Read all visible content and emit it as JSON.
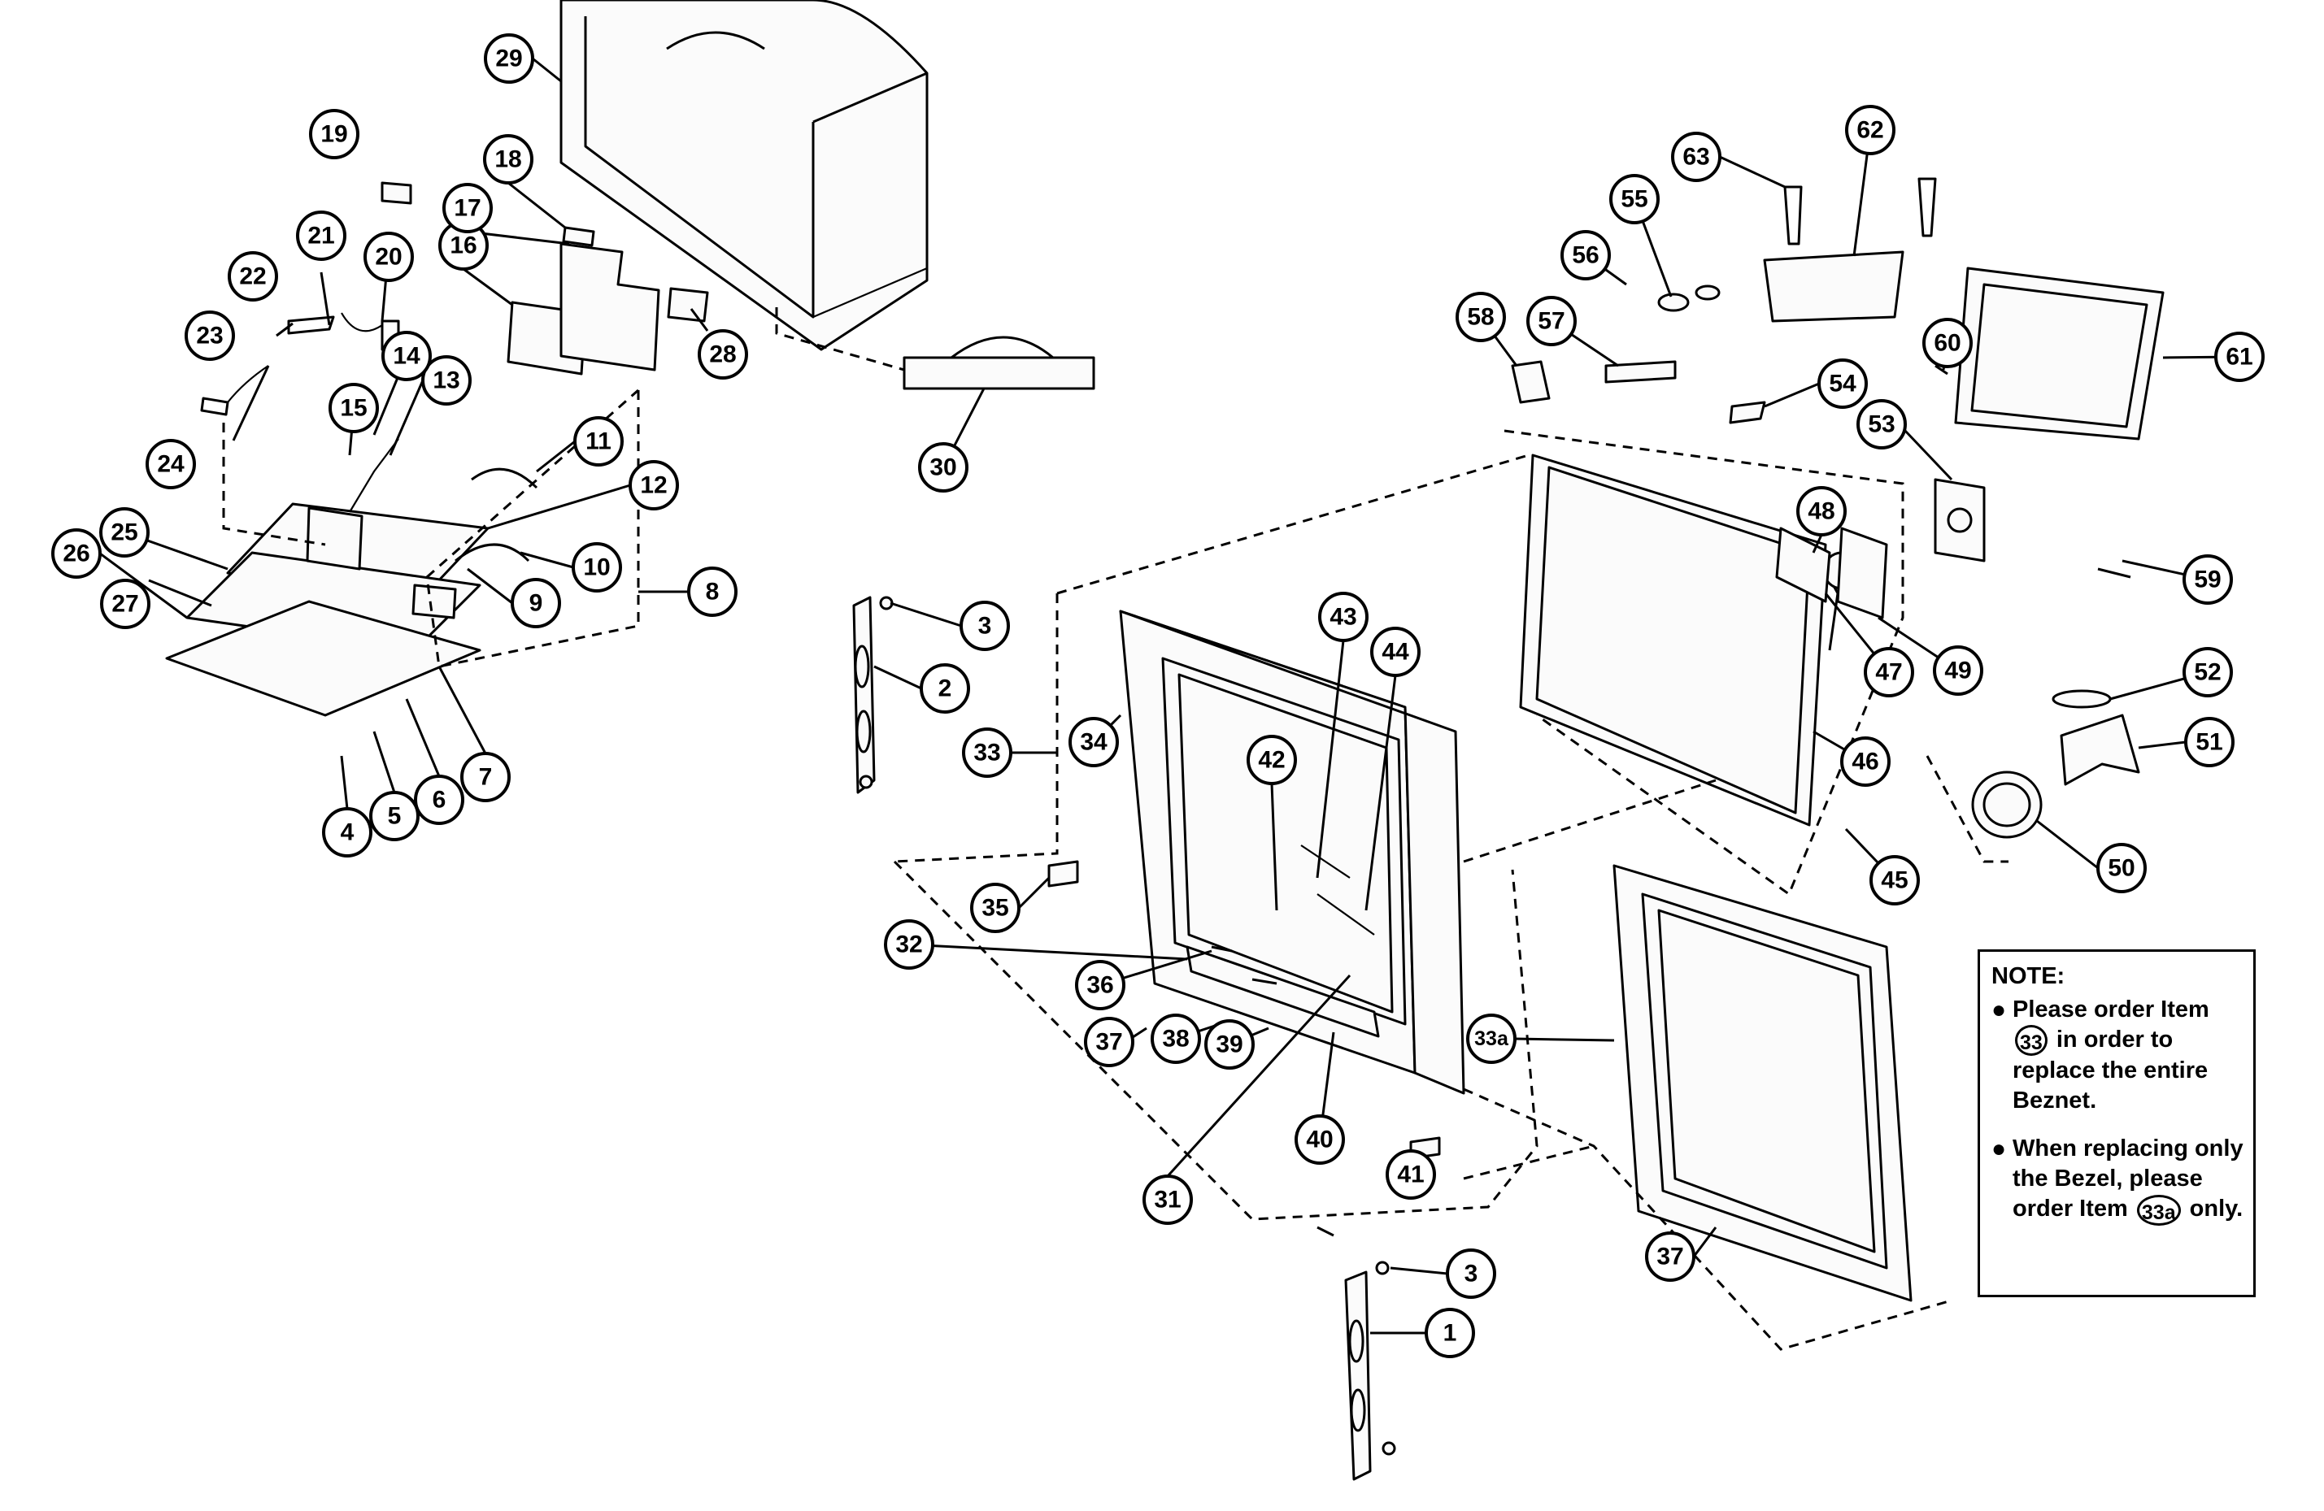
{
  "note": {
    "title": "NOTE:",
    "item1": {
      "before": "Please order Item",
      "ref": "33",
      "after": "in order to replace the entire Beznet."
    },
    "item2": {
      "before": "When replacing only the Bezel, please order Item",
      "ref": "33a",
      "after": "only."
    }
  },
  "callouts": [
    "1",
    "2",
    "3",
    "3",
    "4",
    "5",
    "6",
    "7",
    "8",
    "9",
    "10",
    "11",
    "12",
    "13",
    "14",
    "15",
    "16",
    "17",
    "18",
    "19",
    "20",
    "21",
    "22",
    "23",
    "24",
    "25",
    "26",
    "27",
    "28",
    "29",
    "30",
    "31",
    "32",
    "33",
    "33a",
    "34",
    "35",
    "36",
    "37",
    "37",
    "38",
    "39",
    "40",
    "41",
    "42",
    "43",
    "44",
    "45",
    "46",
    "47",
    "48",
    "49",
    "50",
    "51",
    "52",
    "53",
    "54",
    "55",
    "56",
    "57",
    "58",
    "59",
    "60",
    "61",
    "62",
    "63"
  ]
}
